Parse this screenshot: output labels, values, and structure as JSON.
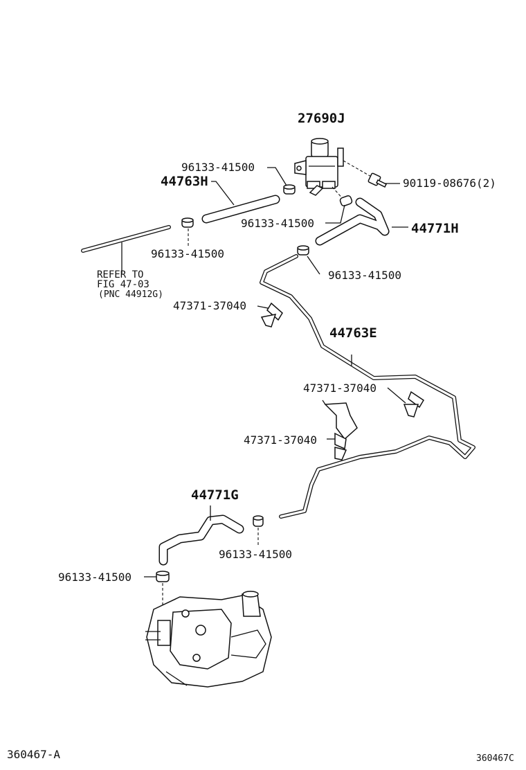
{
  "labels": {
    "vsv": "27690J",
    "bolt": "90119-08676(2)",
    "clamp_a": "96133-41500",
    "hose_h": "44763H",
    "clamp_b": "96133-41500",
    "clamp_c": "96133-41500",
    "hose_44771h": "44771H",
    "clamp_d": "96133-41500",
    "refer_line1": "REFER TO",
    "refer_line2": "FIG 47-03",
    "refer_line3": "(PNC 44912G)",
    "clip_a": "47371-37040",
    "pipe_e": "44763E",
    "clip_b": "47371-37040",
    "clip_c": "47371-37040",
    "hose_44771g": "44771G",
    "clamp_e": "96133-41500",
    "clamp_f": "96133-41500",
    "fig_id": "360467-A",
    "doc_id": "360467C"
  }
}
